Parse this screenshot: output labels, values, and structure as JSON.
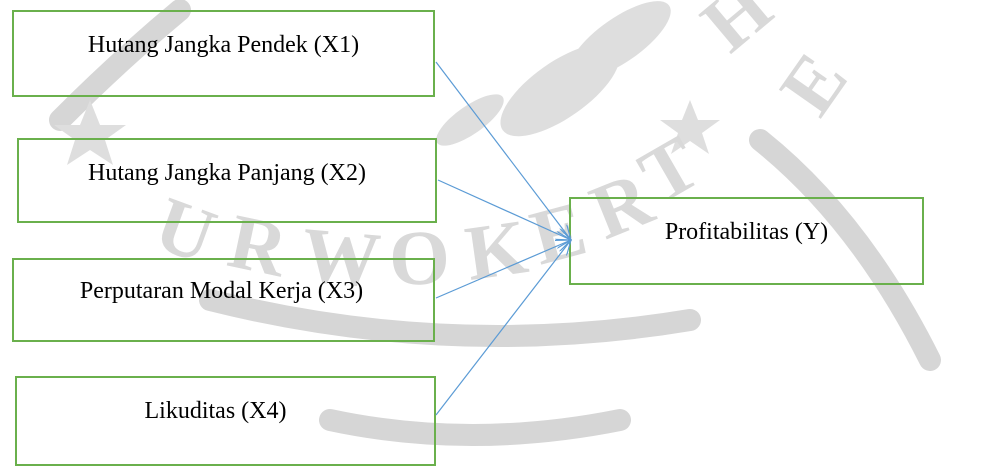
{
  "diagram": {
    "independent_variables": [
      {
        "id": "x1",
        "label": "Hutang Jangka Pendek (X1)"
      },
      {
        "id": "x2",
        "label": "Hutang Jangka Panjang (X2)"
      },
      {
        "id": "x3",
        "label": "Perputaran Modal Kerja (X3)"
      },
      {
        "id": "x4",
        "label": "Likuditas (X4)"
      }
    ],
    "dependent_variable": {
      "id": "y",
      "label": "Profitabilitas (Y)"
    },
    "edges": [
      {
        "from": "x1",
        "to": "y"
      },
      {
        "from": "x2",
        "to": "y"
      },
      {
        "from": "x3",
        "to": "y"
      },
      {
        "from": "x4",
        "to": "y"
      }
    ],
    "colors": {
      "box_border": "#6ab04c",
      "arrow": "#5b9bd5",
      "watermark": "#c8c8c8",
      "text": "#000000"
    }
  }
}
